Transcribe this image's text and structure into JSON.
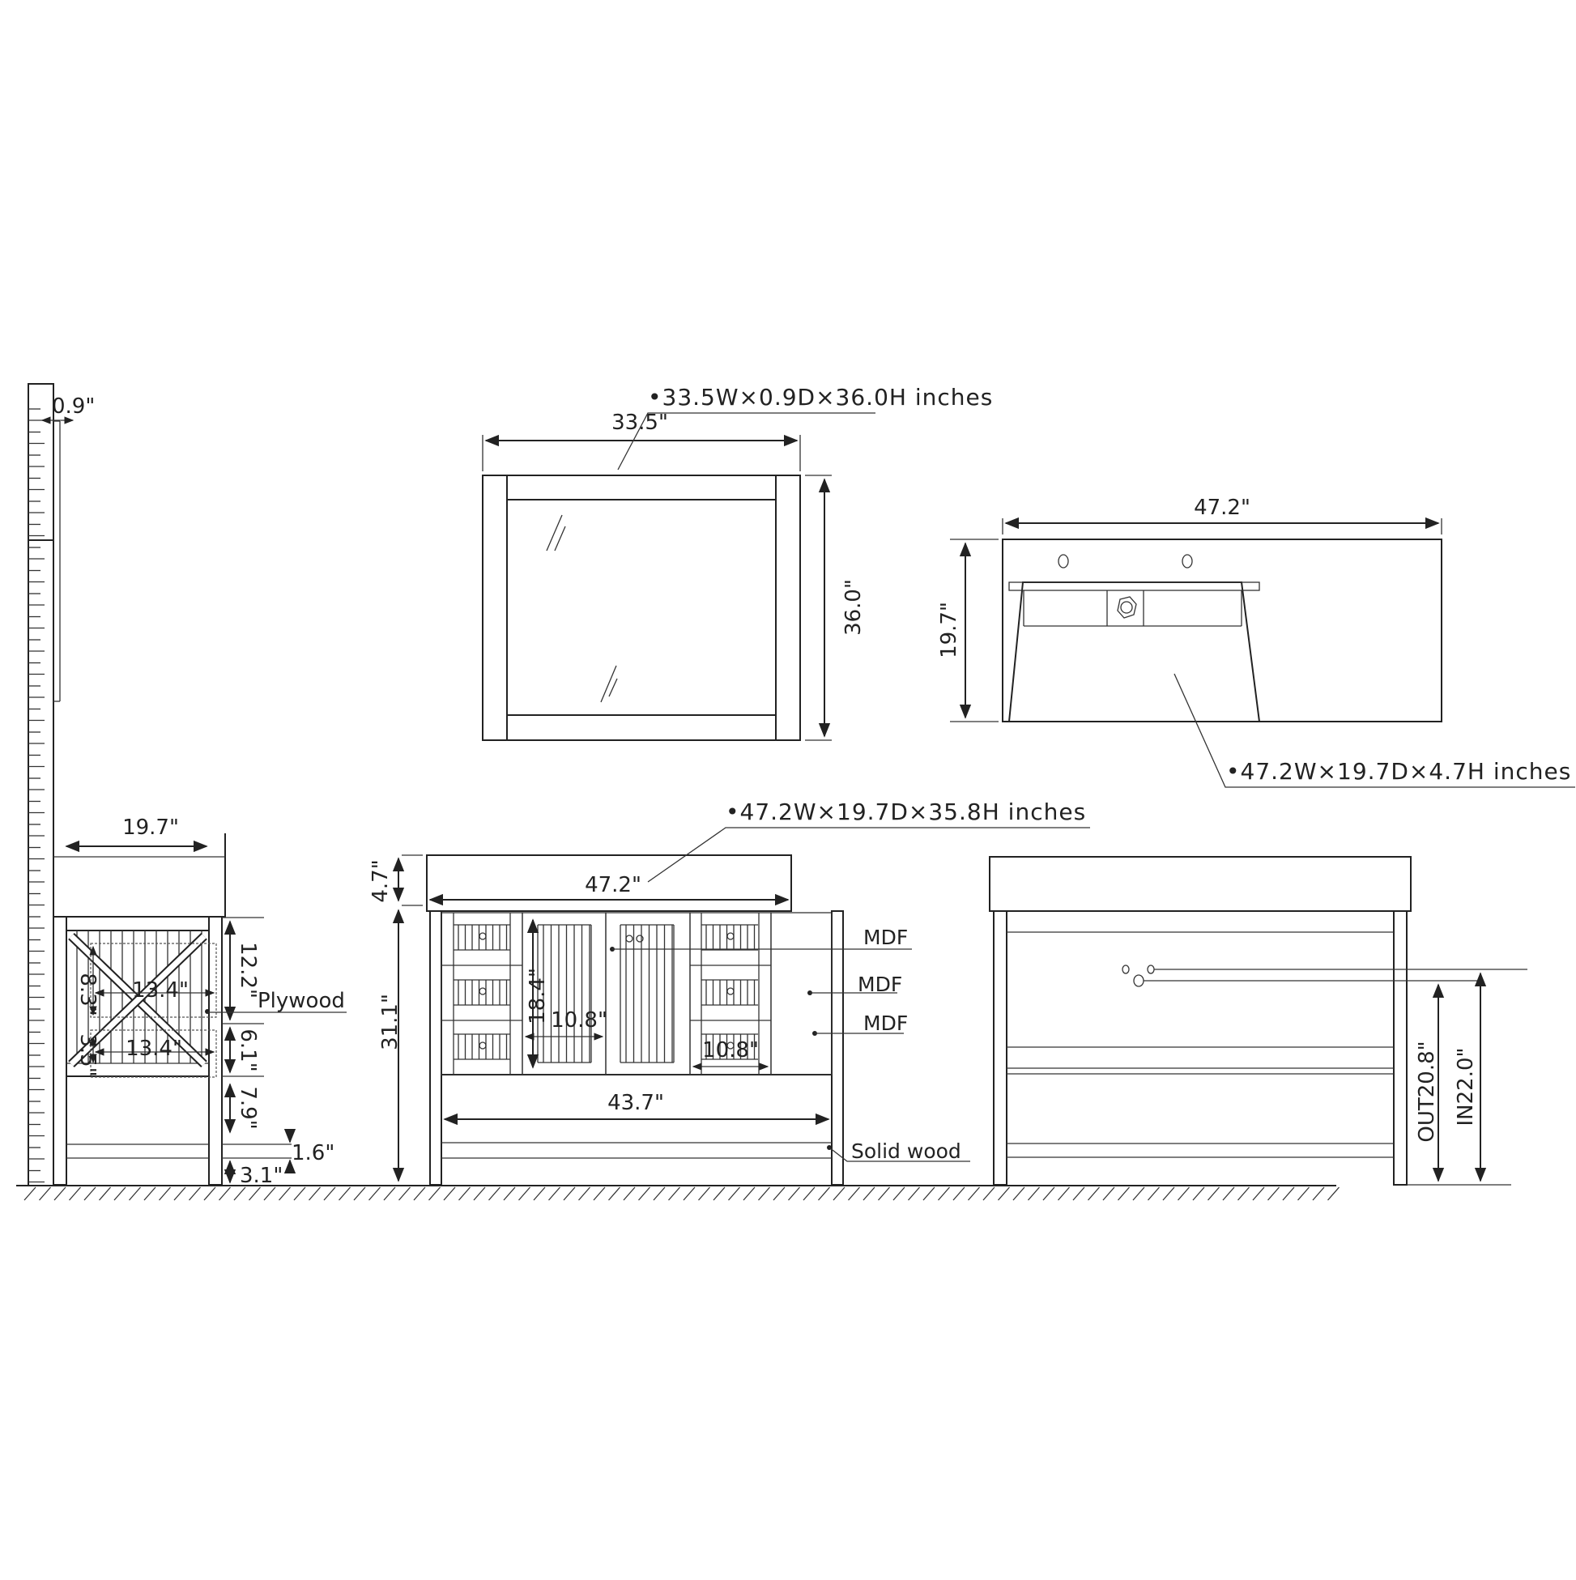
{
  "drawing": {
    "ruler_side": {
      "depth_label": "0.9\""
    },
    "mirror": {
      "spec": "•33.5W×0.9D×36.0H inches",
      "width_label": "33.5\"",
      "height_label": "36.0\""
    },
    "sink_top": {
      "spec": "•47.2W×19.7D×4.7H inches",
      "width_label": "47.2\"",
      "depth_label": "19.7\""
    },
    "side_view": {
      "depth_label": "19.7\"",
      "dims": {
        "upper_drawer": "12.2\"",
        "lower_drawer": "6.1\"",
        "open_gap": "7.9\"",
        "shelf": "1.6\"",
        "bottom": "3.1\"",
        "inner_height": "8.3\"",
        "inner_low": "3.5\"",
        "inner_width_top": "13.4\"",
        "inner_width_bottom": "13.4\""
      },
      "material": "Plywood"
    },
    "front_view": {
      "spec": "•47.2W×19.7D×35.8H inches",
      "top_width_label": "47.2\"",
      "top_height_label": "4.7\"",
      "cabinet_height_label": "31.1\"",
      "door_height_label": "18.4\"",
      "door_width_label": "10.8\"",
      "drawer_width_label": "10.8\"",
      "inner_width_label": "43.7\"",
      "materials": [
        "MDF",
        "MDF",
        "MDF"
      ],
      "frame_material": "Solid wood"
    },
    "back_view": {
      "out_label": "OUT20.8\"",
      "in_label": "IN22.0\""
    }
  }
}
